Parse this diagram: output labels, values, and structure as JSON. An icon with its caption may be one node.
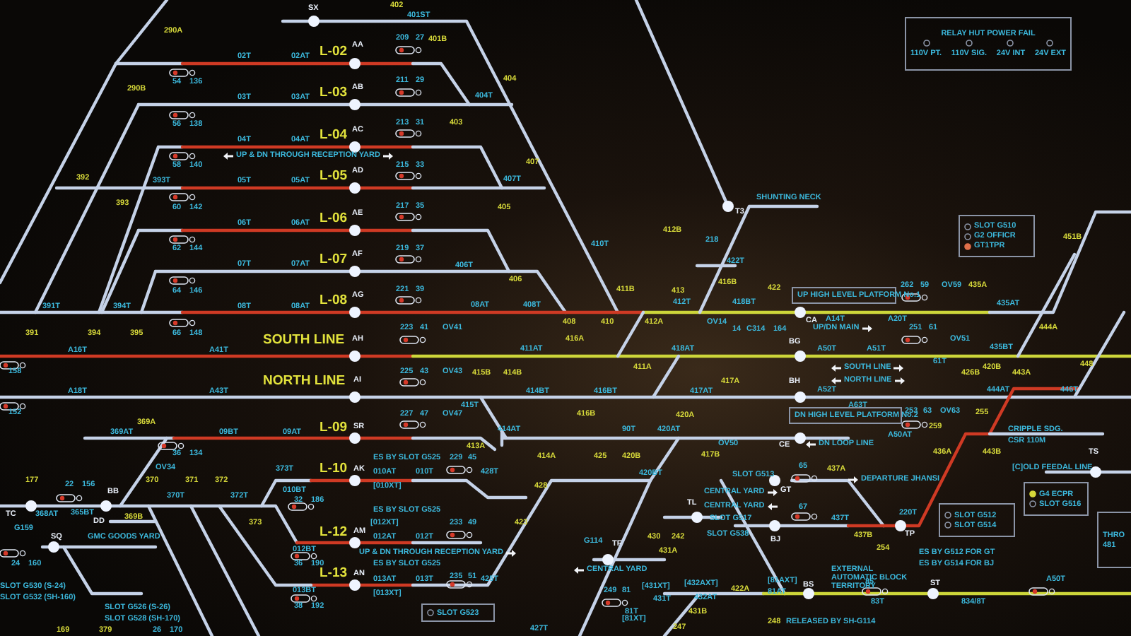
{
  "diagram": {
    "nodes": [
      {
        "text": [
          "RELAY HUT POWER FAIL",
          "110V PT.",
          "110V SIG.",
          "24V INT",
          "24V EXT"
        ]
      },
      {
        "text": [
          "SLOT G510",
          "G2 OFFICR",
          "GT1TPR"
        ]
      },
      {
        "text": [
          "UP HIGH LEVEL PLATFORM No.1"
        ]
      },
      {
        "text": [
          "DN HIGH LEVEL PLATFORM No.2"
        ]
      },
      {
        "text": [
          "SLOT G512",
          "SLOT G514"
        ]
      },
      {
        "text": [
          "G4 ECPR",
          "SLOT G516"
        ]
      },
      {
        "text": [
          "SLOT G523"
        ]
      },
      {
        "text": [
          "THRO",
          "481"
        ]
      }
    ],
    "labels": [
      "290A",
      "SX",
      "402",
      "401ST",
      "401B",
      "290B",
      "02T",
      "02AT",
      "L-02",
      "AA",
      "209",
      "27",
      "54",
      "136",
      "03T",
      "03AT",
      "L-03",
      "AB",
      "211",
      "29",
      "404",
      "404T",
      "56",
      "138",
      "403",
      "04T",
      "04AT",
      "L-04",
      "AC",
      "213",
      "31",
      "UP & DN THROUGH RECEPTION YARD",
      "58",
      "140",
      "392",
      "393T",
      "05T",
      "05AT",
      "L-05",
      "AD",
      "215",
      "33",
      "407",
      "407T",
      "393",
      "60",
      "142",
      "405",
      "06T",
      "06AT",
      "L-06",
      "AE",
      "217",
      "35",
      "SHUNTING NECK",
      "412B",
      "T3",
      "218",
      "410T",
      "62",
      "144",
      "07T",
      "07AT",
      "L-07",
      "AF",
      "219",
      "37",
      "406T",
      "422T",
      "406",
      "64",
      "146",
      "221",
      "39",
      "411B",
      "413",
      "416B",
      "422",
      "262",
      "59",
      "OV59",
      "435A",
      "451B",
      "391T",
      "394T",
      "08T",
      "08AT",
      "L-08",
      "AG",
      "08AT",
      "408T",
      "412T",
      "418BT",
      "A14T",
      "A20T",
      "435AT",
      "391",
      "394",
      "395",
      "66",
      "148",
      "223",
      "41",
      "OV41",
      "408",
      "410",
      "412A",
      "OV14",
      "14",
      "C314",
      "164",
      "CA",
      "UP/DN MAIN",
      "251",
      "61",
      "OV51",
      "444A",
      "A16T",
      "A41T",
      "SOUTH LINE",
      "AH",
      "411AT",
      "416A",
      "418AT",
      "BG",
      "A50T",
      "A51T",
      "61T",
      "435BT",
      "411A",
      "158",
      "225",
      "43",
      "OV43",
      "415B",
      "414B",
      "SOUTH LINE",
      "420B",
      "448",
      "A18T",
      "A43T",
      "NORTH LINE",
      "AI",
      "414BT",
      "416BT",
      "417AT",
      "417A",
      "NORTH LINE",
      "426B",
      "443A",
      "BH",
      "A52T",
      "444AT",
      "446T",
      "152",
      "415T",
      "416B",
      "A63T",
      "253",
      "63",
      "OV63",
      "369A",
      "369AT",
      "09BT",
      "09AT",
      "L-09",
      "SR",
      "227",
      "47",
      "OV47",
      "420A",
      "414AT",
      "90T",
      "420AT",
      "259",
      "36",
      "134",
      "OV34",
      "413A",
      "414A",
      "417B",
      "OV50",
      "CE",
      "DN LOOP LINE",
      "A50AT",
      "436A",
      "443B",
      "CRIPPLE SDG.",
      "CSR 110M",
      "255",
      "177",
      "22",
      "156",
      "370",
      "371",
      "372",
      "373T",
      "L-10",
      "AK",
      "ES BY SLOT G525",
      "229",
      "45",
      "010AT",
      "010T",
      "428T",
      "010BT",
      "[010XT]",
      "428",
      "425",
      "420B",
      "420BT",
      "SLOT G513",
      "65",
      "437A",
      "DEPARTURE JHANSI",
      "[C]OLD FEEDAL LINE",
      "TS",
      "369B",
      "370T",
      "372T",
      "32",
      "186",
      "BB",
      "TC",
      "368AT",
      "365BT",
      "373",
      "CENTRAL YARD",
      "GT",
      "CENTRAL YARD",
      "SLOT G517",
      "67",
      "TL",
      "437T",
      "220T",
      "DD",
      "G159",
      "GMC GOODS YARD",
      "SQ",
      "L-12",
      "AM",
      "ES BY SLOT G525",
      "[012XT]",
      "233",
      "49",
      "012AT",
      "012T",
      "423",
      "430",
      "242",
      "SLOT G538",
      "BJ",
      "437B",
      "254",
      "TP",
      "012BT",
      "24",
      "160",
      "36",
      "190",
      "UP & DN THROUGH RECEPTION YARD",
      "431A",
      "G114",
      "TF",
      "ES BY G512 FOR GT",
      "ES BY G514 FOR BJ",
      "EXTERNAL AUTOMATIC BLOCK TERRITORY",
      "CENTRAL YARD",
      "L-13",
      "AN",
      "ES BY SLOT G525",
      "235",
      "51",
      "013AT",
      "013T",
      "425T",
      "[81AXT]",
      "85",
      "A50T",
      "013BT",
      "SLOT G530 (S-24)",
      "SLOT G532 (SH-160)",
      "249",
      "81",
      "[431XT]",
      "[432AXT]",
      "422A",
      "81AT",
      "BS",
      "ST",
      "[013XT]",
      "431T",
      "432AT",
      "38",
      "192",
      "SLOT G526 (S-26)",
      "83T",
      "834/8T",
      "81T",
      "431B",
      "SLOT G528 (SH-170)",
      "[81XT]",
      "248",
      "RELEASED BY SH-G114",
      "169",
      "379",
      "26",
      "170",
      "427T",
      "247"
    ]
  }
}
